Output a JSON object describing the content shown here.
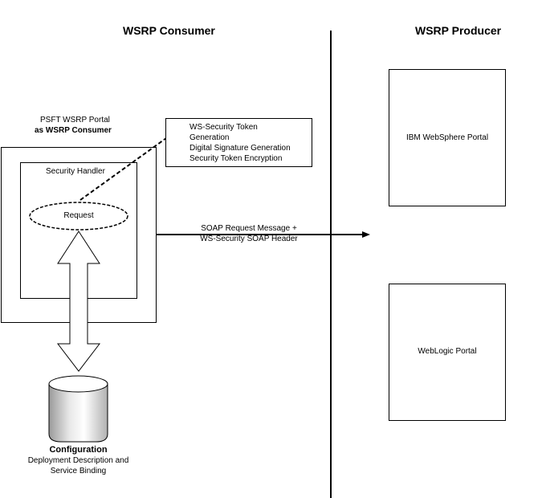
{
  "consumer_title": "WSRP Consumer",
  "producer_title": "WSRP Producer",
  "portal_label_line1": "PSFT WSRP Portal",
  "portal_label_line2": "as WSRP Consumer",
  "security_handler_label": "Security Handler",
  "request_label": "Request",
  "security_features": [
    "WS-Security Token",
    "Generation",
    "Digital Signature Generation",
    "Security Token Encryption"
  ],
  "message_label_line1": "SOAP Request Message +",
  "message_label_line2": "WS-Security SOAP Header",
  "config_title": "Configuration",
  "config_desc_line1": "Deployment Description and",
  "config_desc_line2": "Service Binding",
  "producer_portals": [
    "IBM WebSphere Portal",
    "WebLogic Portal"
  ]
}
